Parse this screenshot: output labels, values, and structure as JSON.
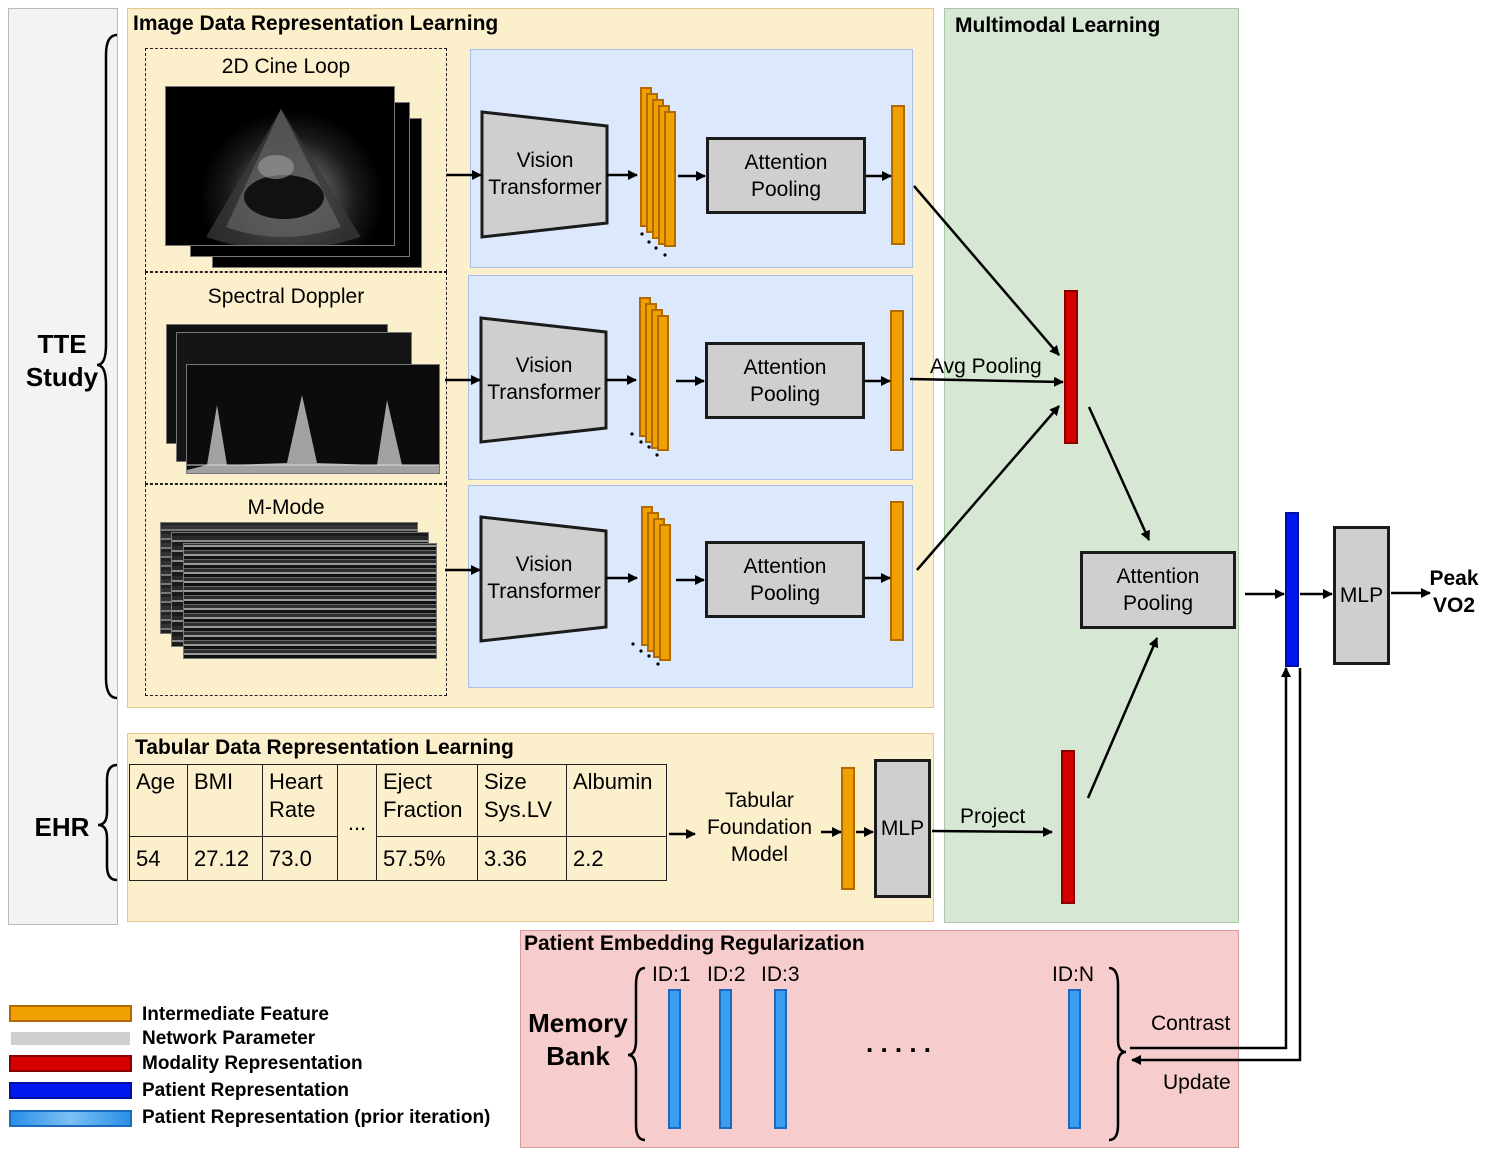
{
  "colors": {
    "image_panel": "#fcefcc",
    "vit_band": "#dce8fb",
    "multimodal_panel": "#d6e8d4",
    "patient_panel": "#f7cccc",
    "left_panel": "#f3f3f3",
    "intermediate_feature": "#f0a000",
    "network_parameter": "#cfcfcf",
    "modality_representation": "#d40000",
    "patient_representation": "#0018f0",
    "patient_prior": "#3a9df0"
  },
  "left": {
    "tte": "TTE\nStudy",
    "ehr": "EHR"
  },
  "image_panel": {
    "title": "Image Data Representation Learning",
    "rows": [
      {
        "modality": "2D Cine Loop",
        "encoder": "Vision\nTransformer",
        "pooling": "Attention\nPooling"
      },
      {
        "modality": "Spectral Doppler",
        "encoder": "Vision\nTransformer",
        "pooling": "Attention\nPooling"
      },
      {
        "modality": "M-Mode",
        "encoder": "Vision\nTransformer",
        "pooling": "Attention\nPooling"
      }
    ]
  },
  "tabular_panel": {
    "title": "Tabular Data Representation Learning",
    "headers": [
      "Age",
      "BMI",
      "Heart\nRate",
      "...",
      "Eject\nFraction",
      "Size\nSys.LV",
      "Albumin"
    ],
    "values": [
      "54",
      "27.12",
      "73.0",
      "",
      "57.5%",
      "3.36",
      "2.2"
    ],
    "model": "Tabular\nFoundation\nModel",
    "mlp": "MLP"
  },
  "multimodal_panel": {
    "title": "Multimodal Learning",
    "avg_pooling": "Avg Pooling",
    "project": "Project",
    "pooling": "Attention\nPooling"
  },
  "head": {
    "mlp": "MLP",
    "output": "Peak\nVO2"
  },
  "patient_panel": {
    "title": "Patient Embedding Regularization",
    "memory_bank": "Memory\nBank",
    "ids": [
      "ID:1",
      "ID:2",
      "ID:3",
      "ID:N"
    ],
    "ellipsis": ". . . . .",
    "contrast": "Contrast",
    "update": "Update"
  },
  "legend": [
    {
      "label": "Intermediate Feature",
      "color": "#f0a000",
      "border": "#b06a00"
    },
    {
      "label": "Network Parameter",
      "color": "#cfcfcf",
      "border": "#ffffff"
    },
    {
      "label": "Modality Representation",
      "color": "#d40000",
      "border": "#8a0000"
    },
    {
      "label": "Patient Representation",
      "color": "#0018f0",
      "border": "#0010a0"
    },
    {
      "label": "Patient Representation (prior iteration)",
      "color": "#3a9df0",
      "border": "#1a6ac0"
    }
  ]
}
